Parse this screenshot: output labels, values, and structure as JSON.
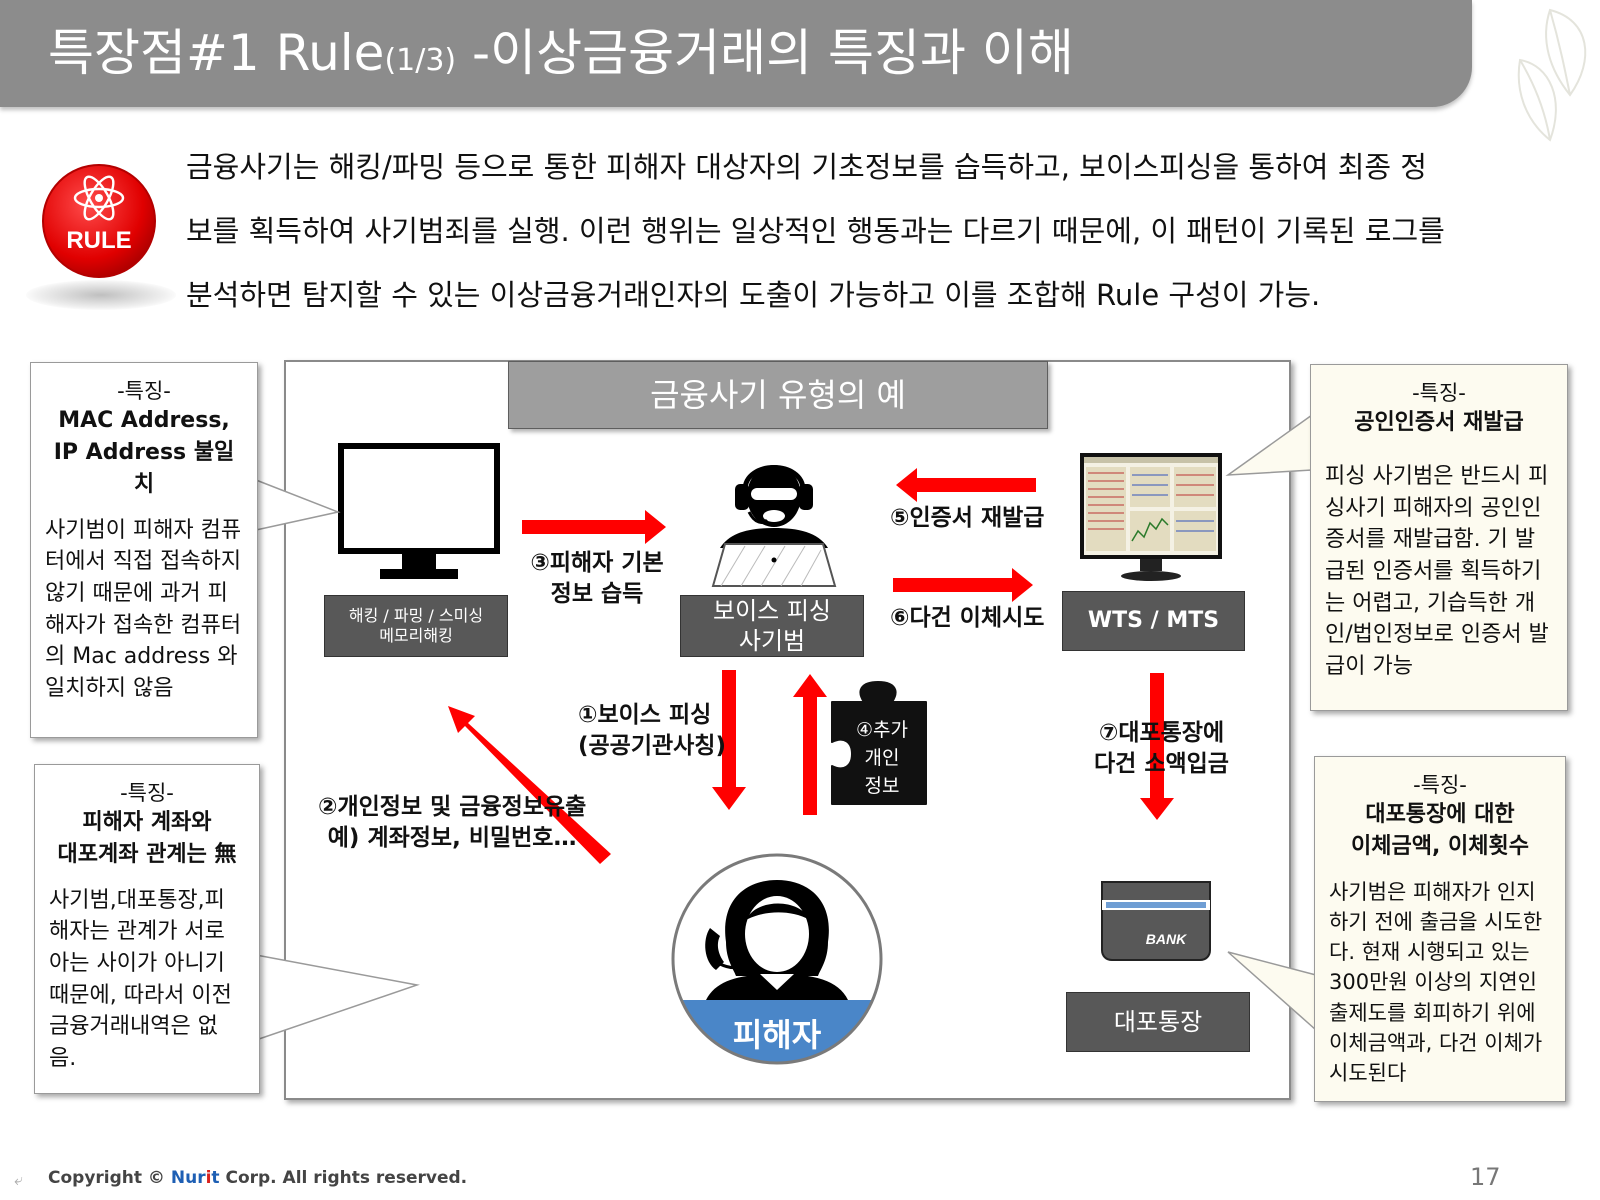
{
  "title": {
    "main": "특장점#1 Rule",
    "fraction": "(1/3)",
    "subtitle": " -이상금융거래의 특징과 이해"
  },
  "rule_badge": "RULE",
  "intro": {
    "line1": "금융사기는 해킹/파밍 등으로 통한 피해자 대상자의 기초정보를 습득하고, 보이스피싱을 통하여 최종 정",
    "line2": "보를 획득하여 사기범죄를 실행. 이런 행위는 일상적인 행동과는 다르기 때문에, 이 패턴이 기록된 로그를",
    "line3": "분석하면 탐지할 수 있는 이상금융거래인자의 도출이 가능하고 이를 조합해 Rule 구성이 가능."
  },
  "diagram": {
    "title": "금융사기 유형의 예",
    "hacking_label": "해킹 / 파밍 / 스미싱\n메모리해킹",
    "fraudster_label_1": "보이스 피싱",
    "fraudster_label_2": "사기범",
    "wts_label": "WTS / MTS",
    "victim_label": "피해자",
    "bank_text": "BANK",
    "account_label": "대포통장",
    "puzzle_lines": [
      "④추가",
      "개인",
      "정보"
    ],
    "steps": {
      "s1": "①보이스 피싱\n(공공기관사칭)",
      "s2": "②개인정보 및 금융정보유출\n예) 계좌정보, 비밀번호…",
      "s3": "③피해자 기본\n정보 습득",
      "s5": "⑤인증서 재발급",
      "s6": "⑥다건 이체시도",
      "s7": "⑦대포통장에\n다건 소액입금"
    }
  },
  "callouts": {
    "mac": {
      "tag": "-특징-",
      "heading": "MAC Address,\nIP Address 불일치",
      "body": "사기범이 피해자 컴퓨터에서 직접 접속하지 않기 때문에 과거 피해자가 접속한 컴퓨터의 Mac address 와 일치하지 않음"
    },
    "account": {
      "tag": "-특징-",
      "heading": "피해자 계좌와\n대포계좌 관계는 無",
      "body": "사기범,대포통장,피해자는 관계가 서로 아는 사이가 아니기 때문에, 따라서 이전 금융거래내역은 없음."
    },
    "cert": {
      "tag": "-특징-",
      "heading": "공인인증서 재발급",
      "body": "피싱 사기범은 반드시 피싱사기 피해자의 공인인증서를 재발급함. 기 발급된 인증서를 획득하기는 어렵고, 기습득한 개인/법인정보로 인증서 발급이 가능"
    },
    "transfer": {
      "tag": "-특징-",
      "heading": "대포통장에 대한\n이체금액, 이체횟수",
      "body": "사기범은 피해자가 인지하기 전에 출금을 시도한다. 현재 시행되고 있는 300만원 이상의 지연인출제도를 회피하기 위에 이체금액과, 다건 이체가 시도된다"
    }
  },
  "footer": {
    "copy_pre": "Copyright © ",
    "brand_1": "Nur",
    "brand_2": "i",
    "brand_3": "t",
    "copy_post": " Corp. All rights reserved.",
    "page": "17"
  },
  "colors": {
    "title_bar": "#8c8c8c",
    "arrow_red": "#ff0000",
    "label_dark": "#585858",
    "victim_blue": "#4a86c8",
    "callout_beige": "#fdfbf0"
  }
}
